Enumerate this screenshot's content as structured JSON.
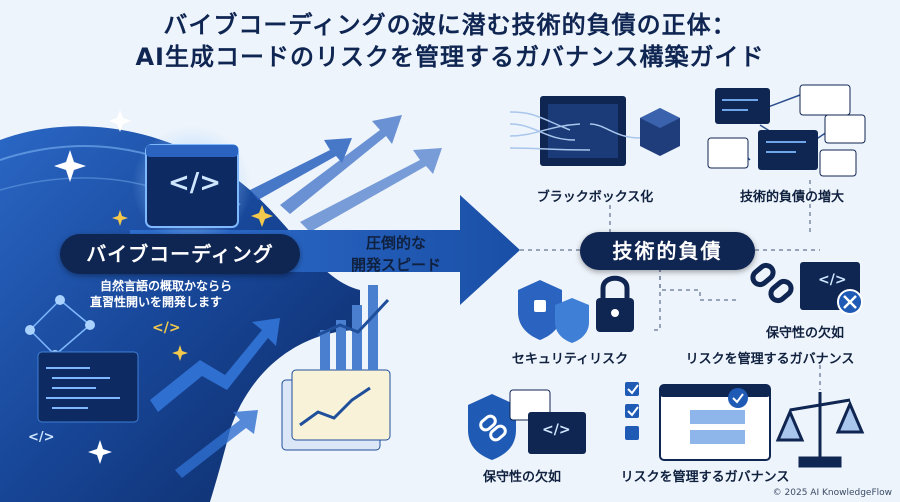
{
  "title": {
    "line1": "バイブコーディングの波に潜む技術的負債の正体：",
    "line2": "AI生成コードのリスクを管理するガバナンス構築ガイド"
  },
  "left": {
    "pill_label": "バイブコーディング",
    "desc_line1": "自然言語の概取かならら",
    "desc_line2": "直習性開いを開発します",
    "arrow_label_line1": "圧倒的な",
    "arrow_label_line2": "開発スピード"
  },
  "right": {
    "center_label": "技術的負債",
    "items": {
      "black_box": "ブラックボックス化",
      "debt_growth": "技術的負債の増大",
      "security": "セキュリティリスク",
      "maintain_top": "保守性の欠如",
      "governance_mid": "リスクを管理するガバナンス",
      "maintain_bottom": "保守性の欠如",
      "governance_bottom": "リスクを管理するガバナンス"
    }
  },
  "code_glyph": "</>",
  "copyright": "© 2025 AI KnowledgeFlow",
  "colors": {
    "navy": "#0f2552",
    "blue": "#1f5bb5",
    "light": "#eef4fb"
  }
}
